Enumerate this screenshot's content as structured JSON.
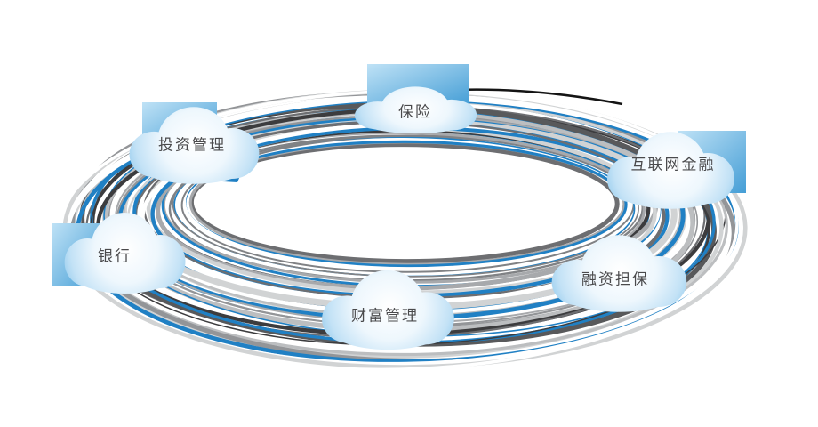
{
  "diagram": {
    "type": "cloud-ring-vortex",
    "background": "#ffffff",
    "nodes": [
      {
        "id": "insurance",
        "label": "保险"
      },
      {
        "id": "investment-management",
        "label": "投资管理"
      },
      {
        "id": "internet-finance",
        "label": "互联网金融"
      },
      {
        "id": "bank",
        "label": "银行"
      },
      {
        "id": "financing-guarantee",
        "label": "融资担保"
      },
      {
        "id": "wealth-management",
        "label": "财富管理"
      }
    ],
    "colors": {
      "label_text": "#4a4a4c",
      "ring_blue": "#2080c4",
      "ring_grays": [
        "#3c3c3e",
        "#58595b",
        "#6d6e71",
        "#808285",
        "#939598",
        "#a7a9ac",
        "#bcbec0",
        "#d1d3d4",
        "#ffffff"
      ],
      "arrow_black": "#141414",
      "cloud_core": "#ffffff",
      "cloud_mid": "#dff0fb",
      "cloud_edge": "#8ec8ec",
      "panel_blue_light": "#bfe2f6",
      "panel_blue_dark": "#459ed6"
    }
  }
}
